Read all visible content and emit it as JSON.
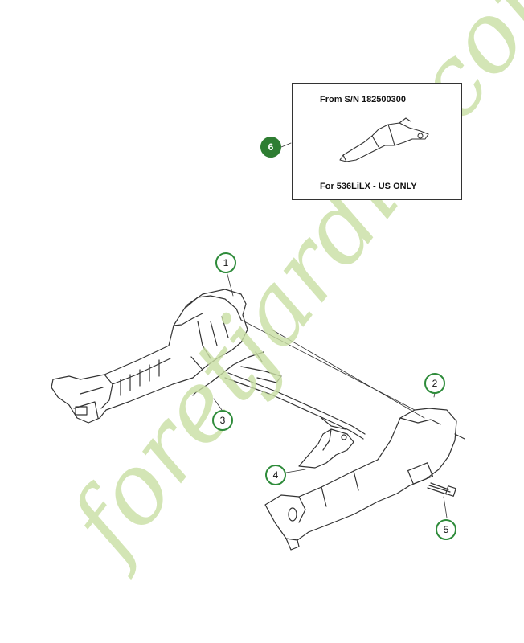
{
  "inset": {
    "top_text": "From S/N 182500300",
    "bottom_text": "For 536LiLX - US ONLY"
  },
  "callouts": [
    "1",
    "2",
    "3",
    "4",
    "5",
    "6"
  ],
  "watermark": {
    "text": "foretjardin.com",
    "color": "#c9dfa3"
  },
  "colors": {
    "callout_border": "#2e8b3a",
    "callout_filled": "#2e7d32",
    "line": "#333333"
  }
}
